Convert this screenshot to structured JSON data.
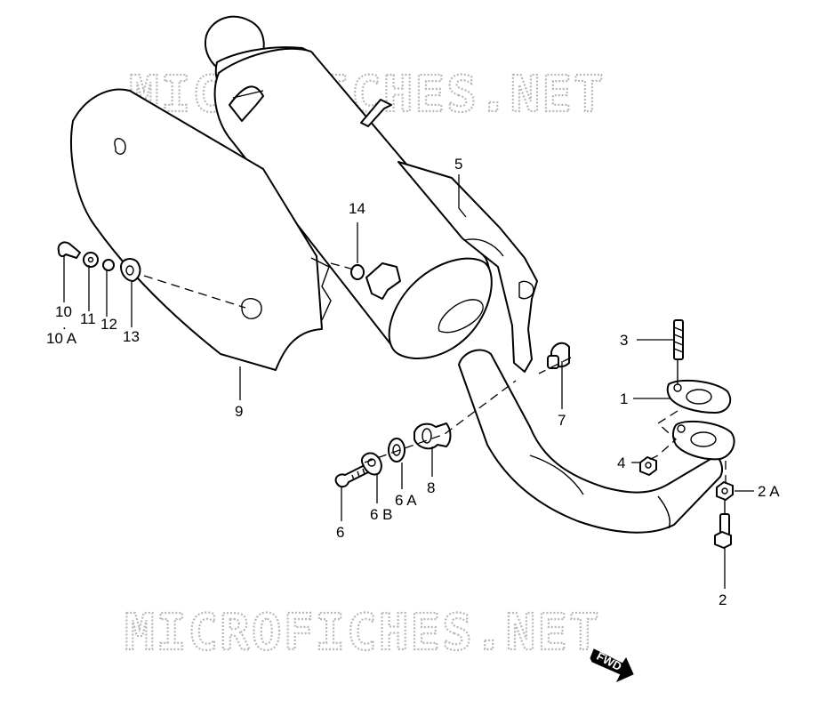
{
  "watermarks": [
    "MICROFICHES.NET",
    "MICROFICHES.NET"
  ],
  "direction_badge": "FWD",
  "callouts": {
    "c1": "1",
    "c2": "2",
    "c2a": "2 A",
    "c3": "3",
    "c4": "4",
    "c5": "5",
    "c6": "6",
    "c6a": "6 A",
    "c6b": "6 B",
    "c7": "7",
    "c8": "8",
    "c9": "9",
    "c10": "10",
    "c10sep": ".",
    "c10a": "10 A",
    "c11": "11",
    "c12": "12",
    "c13": "13",
    "c14": "14"
  }
}
